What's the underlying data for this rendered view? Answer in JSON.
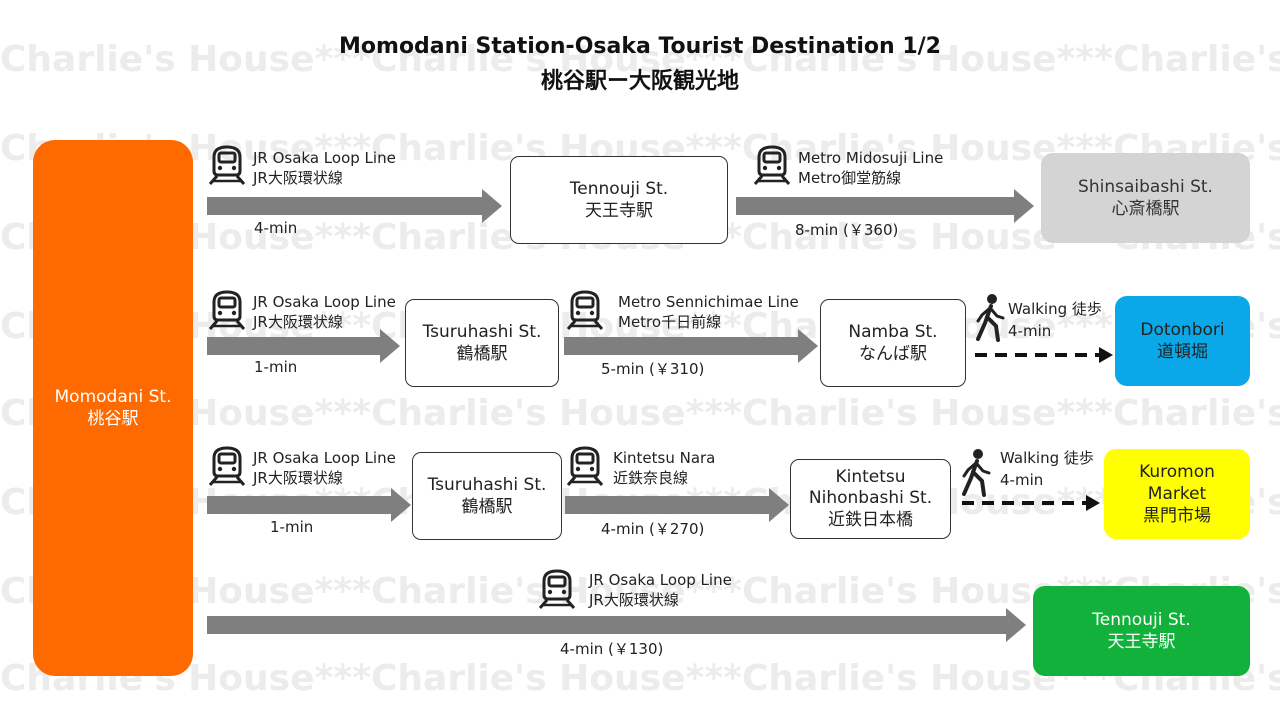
{
  "title": {
    "line1": "Momodani Station-Osaka Tourist Destination 1/2",
    "line2": "桃谷駅ー大阪観光地"
  },
  "watermark": "Charlie's House***Charlie's House***Charlie's House***Charlie's House*",
  "origin": {
    "en": "Momodani St.",
    "ja": "桃谷駅",
    "color": "#ff6a00"
  },
  "routes": [
    {
      "line_en": "JR Osaka Loop Line",
      "line_ja": "JR大阪環状線",
      "time": "4-min",
      "stop": {
        "en": "Tennouji St.",
        "ja": "天王寺駅"
      },
      "line2_en": "Metro Midosuji Line",
      "line2_ja": "Metro御堂筋線",
      "time2": "8-min (￥360)",
      "dest": {
        "en": "Shinsaibashi St.",
        "ja": "心斎橋駅",
        "color": "#d4d4d4"
      }
    },
    {
      "line_en": "JR Osaka Loop Line",
      "line_ja": "JR大阪環状線",
      "time": "1-min",
      "stop": {
        "en": "Tsuruhashi St.",
        "ja": "鶴橋駅"
      },
      "line2_en": "Metro Sennichimae Line",
      "line2_ja": "Metro千日前線",
      "time2": "5-min (￥310)",
      "stop2": {
        "en": "Namba St.",
        "ja": "なんば駅"
      },
      "walk_label": "Walking 徒歩",
      "walk_time": "4-min",
      "dest": {
        "en": "Dotonbori",
        "ja": "道頓堀",
        "color": "#0aa8e8"
      }
    },
    {
      "line_en": "JR Osaka Loop Line",
      "line_ja": "JR大阪環状線",
      "time": "1-min",
      "stop": {
        "en": "Tsuruhashi St.",
        "ja": "鶴橋駅"
      },
      "line2_en": "Kintetsu Nara",
      "line2_ja": "近鉄奈良線",
      "time2": "4-min (￥270)",
      "stop2": {
        "en1": "Kintetsu",
        "en2": "Nihonbashi St.",
        "ja": "近鉄日本橋"
      },
      "walk_label": "Walking 徒歩",
      "walk_time": "4-min",
      "dest": {
        "en1": "Kuromon",
        "en2": "Market",
        "ja": "黒門市場",
        "color": "#ffff00"
      }
    },
    {
      "line_en": "JR Osaka Loop Line",
      "line_ja": "JR大阪環状線",
      "time": "4-min (￥130)",
      "dest": {
        "en": "Tennouji St.",
        "ja": "天王寺駅",
        "color": "#12b13c"
      }
    }
  ],
  "icons": {
    "train": "train-icon",
    "walking": "walking-person-icon"
  }
}
